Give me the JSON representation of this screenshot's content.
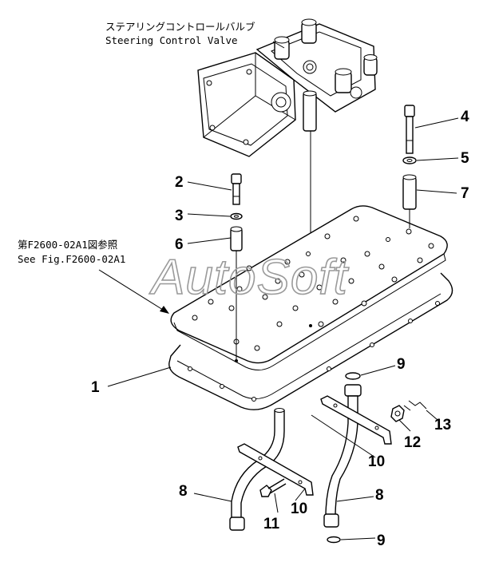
{
  "notes": {
    "valve_label_jp": "ステアリングコントロールバルブ",
    "valve_label_en": "Steering Control Valve",
    "ref_label_jp": "第F2600-02A1図参照",
    "ref_label_en": "See Fig.F2600-02A1"
  },
  "watermark": "AutoSoft",
  "callouts": {
    "c1": "1",
    "c2": "2",
    "c3": "3",
    "c4": "4",
    "c5": "5",
    "c6": "6",
    "c7": "7",
    "c8a": "8",
    "c8b": "8",
    "c9a": "9",
    "c9b": "9",
    "c10a": "10",
    "c10b": "10",
    "c11": "11",
    "c12": "12",
    "c13": "13"
  }
}
